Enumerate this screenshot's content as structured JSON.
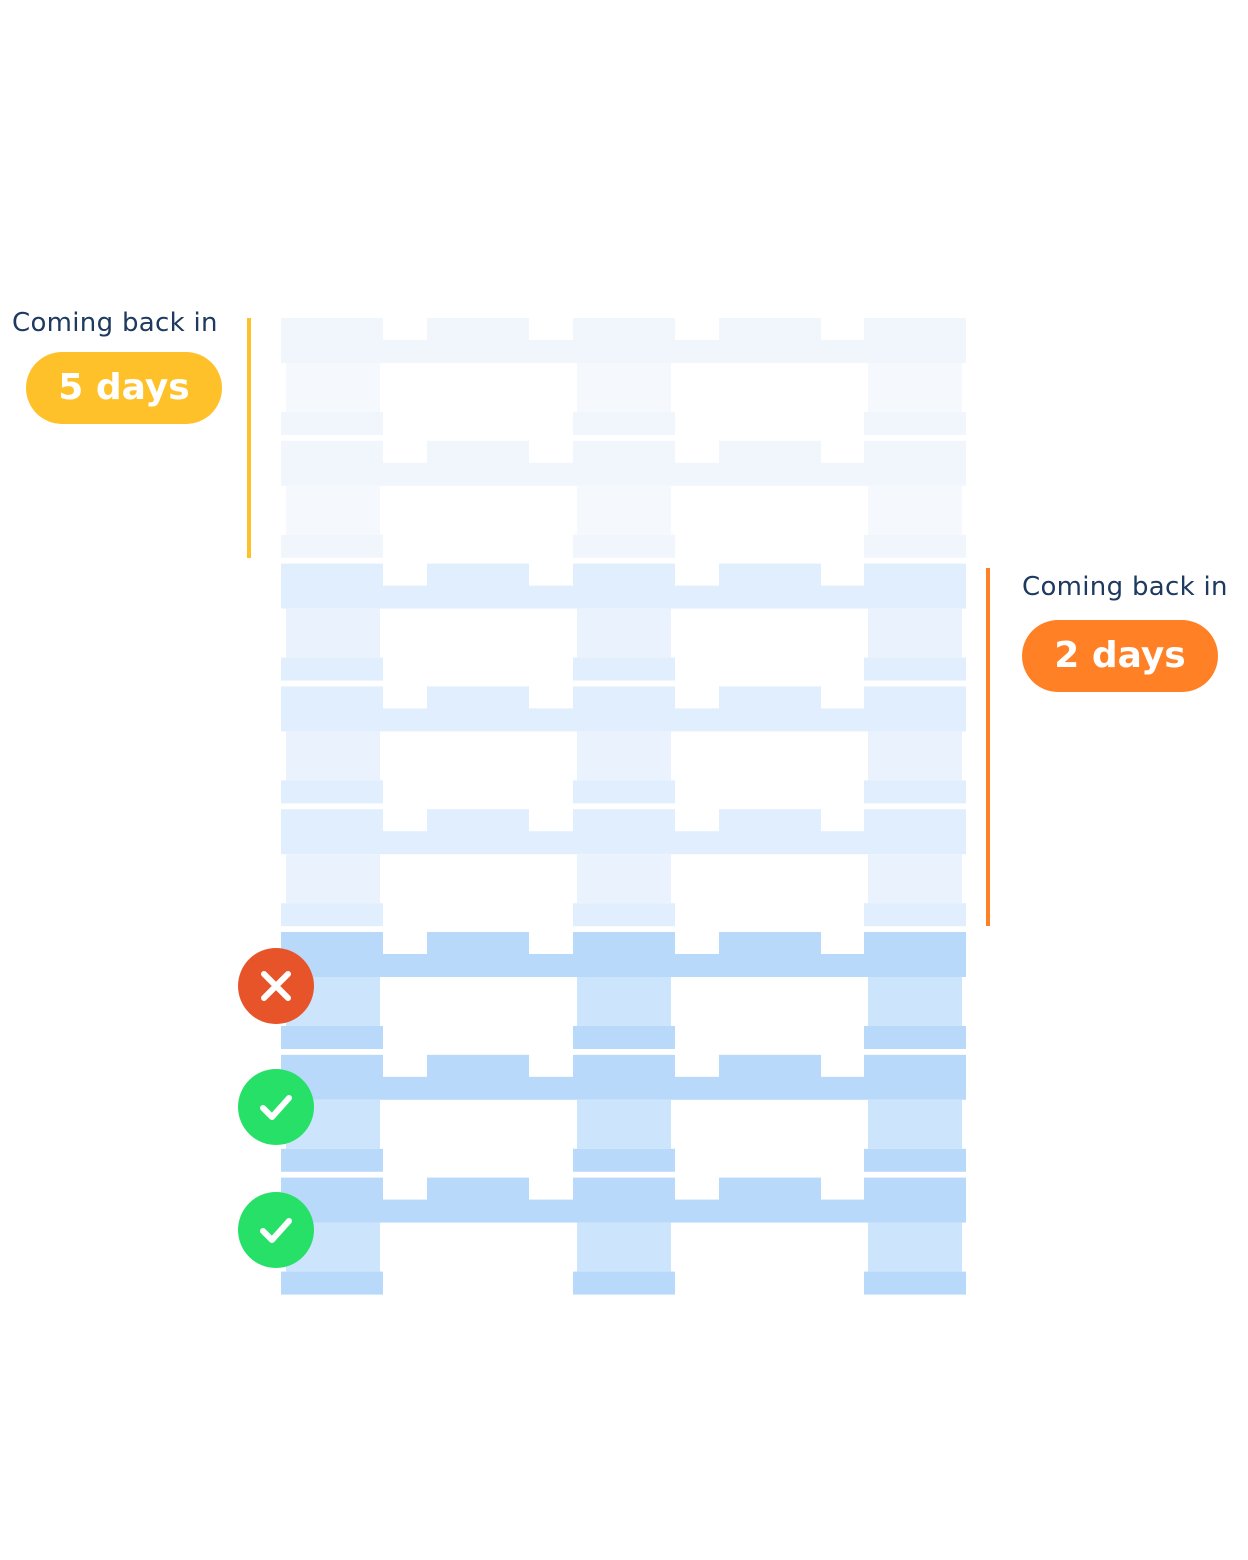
{
  "stack": {
    "pallet_count": 8,
    "tiers": [
      "faded",
      "faded",
      "light",
      "light",
      "light",
      "solid",
      "solid",
      "solid"
    ]
  },
  "callouts": [
    {
      "label": "Coming back in",
      "value": "5 days",
      "color": "#ffc12a",
      "side": "left"
    },
    {
      "label": "Coming back in",
      "value": "2 days",
      "color": "#ff8025",
      "side": "right"
    }
  ],
  "status_markers": [
    {
      "state": "rejected",
      "icon": "x-icon",
      "color": "#e8542a"
    },
    {
      "state": "ok",
      "icon": "check-icon",
      "color": "#27e068"
    },
    {
      "state": "ok",
      "icon": "check-icon",
      "color": "#27e068"
    }
  ],
  "colors": {
    "faded": [
      "#f1f6fd",
      "#f5f9fe"
    ],
    "light": [
      "#e1eefd",
      "#eaf3fd"
    ],
    "solid": [
      "#b9d9fb",
      "#cce4fc"
    ]
  }
}
